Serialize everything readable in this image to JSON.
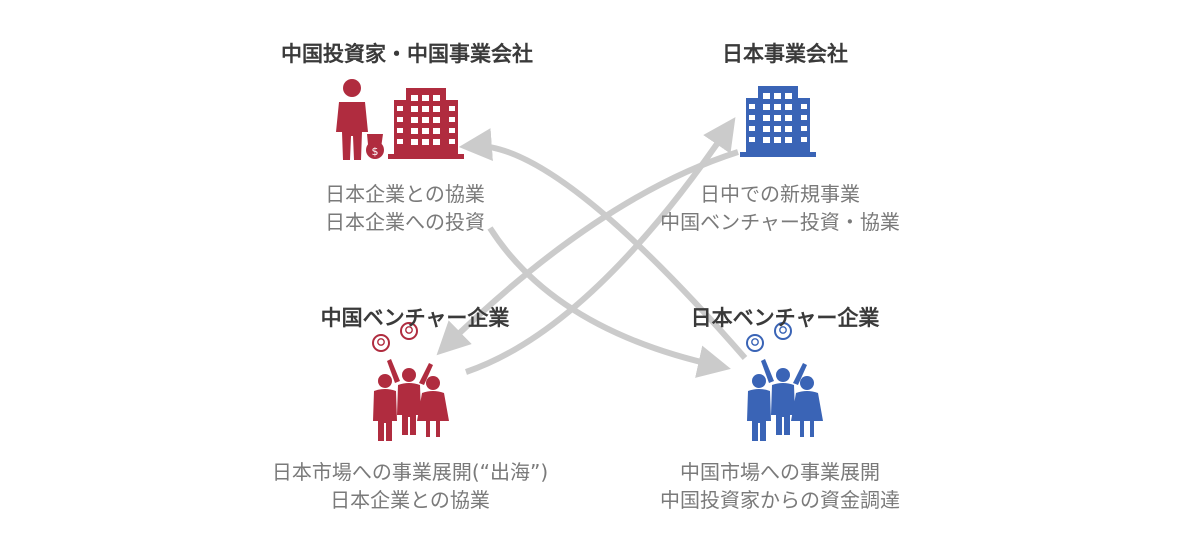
{
  "colors": {
    "chinese": "#b02c3f",
    "japanese": "#3a64b6",
    "arrow": "#cbcbcb",
    "title": "#3a3a3a",
    "desc": "#7a7a7a"
  },
  "nodes": {
    "cn_investor": {
      "title": "中国投資家・中国事業会社",
      "icon": "businessman-building-icon",
      "lines": [
        "日本企業との協業",
        "日本企業への投資"
      ]
    },
    "jp_company": {
      "title": "日本事業会社",
      "icon": "building-icon",
      "lines": [
        "日中での新規事業",
        "中国ベンチャー投資・協業"
      ]
    },
    "cn_venture": {
      "title": "中国ベンチャー企業",
      "icon": "team-ideas-icon",
      "lines": [
        "日本市場への事業展開(“出海”)",
        "日本企業との協業"
      ]
    },
    "jp_venture": {
      "title": "日本ベンチャー企業",
      "icon": "team-ideas-icon",
      "lines": [
        "中国市場への事業展開",
        "中国投資家からの資金調達"
      ]
    }
  }
}
